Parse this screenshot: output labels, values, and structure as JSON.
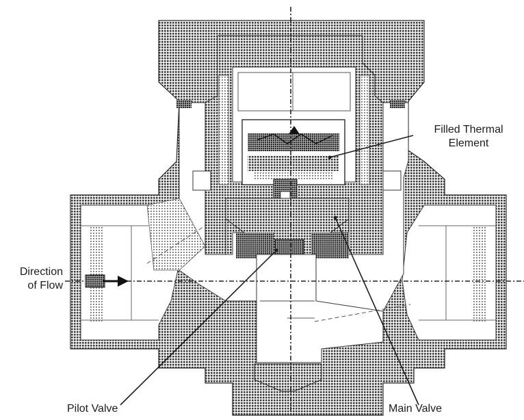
{
  "labels": {
    "thermal_line1": "Filled Thermal",
    "thermal_line2": "Element",
    "direction_line1": "Direction",
    "direction_line2": "of Flow",
    "pilot_valve": "Pilot Valve",
    "main_valve": "Main Valve"
  },
  "colors": {
    "hatch_dark": "#3a3a3a",
    "hatch_light": "#6a6a6a",
    "line": "#1e1e1e",
    "background": "#ffffff"
  }
}
